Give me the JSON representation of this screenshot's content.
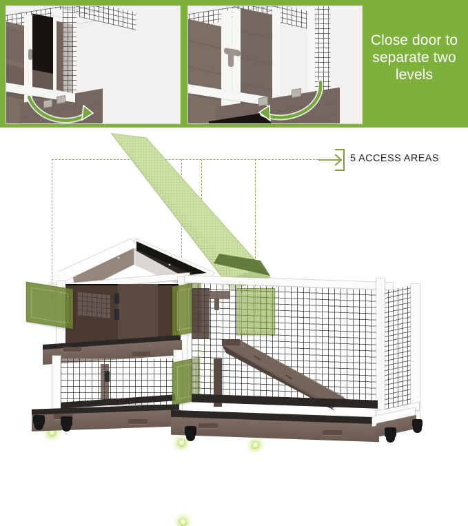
{
  "banner": {
    "background_color": "#7DB13B",
    "headline": "Close door to separate two levels",
    "headline_lines": [
      "Close door to",
      "separate two",
      "levels"
    ],
    "photos": [
      {
        "name": "door-open-photo",
        "caption": "Hutch divider door shown open with curved arrow indicating closing direction",
        "arrow_direction": "right"
      },
      {
        "name": "door-closed-photo",
        "caption": "Hutch divider door shown closed with curved arrow indicating closing direction",
        "arrow_direction": "left"
      }
    ]
  },
  "callout": {
    "label": "5 ACCESS AREAS",
    "marker_icon": "bracket-arrow-icon",
    "line_color": "#8FA84F",
    "text_color": "#231f1d",
    "access_points": [
      {
        "id": 1,
        "name": "left-upper-door",
        "highlight": "green"
      },
      {
        "id": 2,
        "name": "center-upper-door",
        "highlight": "green"
      },
      {
        "id": 3,
        "name": "roof-lid",
        "highlight": "green"
      },
      {
        "id": 4,
        "name": "right-run-panel",
        "highlight": "green"
      },
      {
        "id": 5,
        "name": "lower-level-door",
        "highlight": "green"
      }
    ]
  },
  "product": {
    "name": "two-level-rabbit-hutch",
    "colors": {
      "frame": "#fbfbfa",
      "panel": "#6e5f56",
      "tray": "#6b5b52",
      "highlight": "#6c832f",
      "wheel": "#17171a"
    },
    "parts": [
      {
        "name": "lift-up-roof-lid"
      },
      {
        "name": "gable-roof"
      },
      {
        "name": "upper-hutch-box"
      },
      {
        "name": "upper-pull-out-tray"
      },
      {
        "name": "lower-run-enclosure"
      },
      {
        "name": "lower-pull-out-tray"
      },
      {
        "name": "access-ramp"
      },
      {
        "name": "caster-wheels"
      }
    ]
  }
}
